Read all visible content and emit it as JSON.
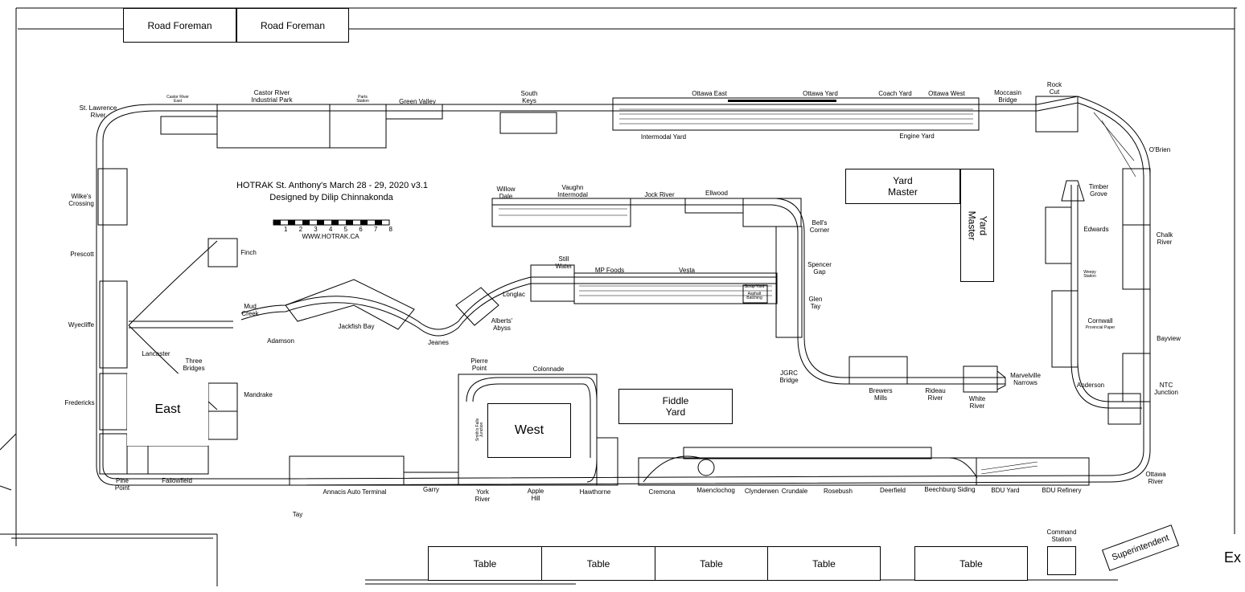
{
  "header": {
    "road_foreman_1": "Road Foreman",
    "road_foreman_2": "Road Foreman"
  },
  "title": {
    "line1": "HOTRAK St. Anthony's March 28 - 29, 2020 v3.1",
    "line2": "Designed by Dilip Chinnakonda",
    "scale_ticks": [
      "1",
      "2",
      "3",
      "4",
      "5",
      "6",
      "7",
      "8"
    ],
    "website": "WWW.HOTRAK.CA"
  },
  "rooms": {
    "yard_master_box": "Yard\nMaster",
    "yard_master_vertical": "Yard\nMaster",
    "fiddle_yard": "Fiddle\nYard",
    "east": "East",
    "west": "West",
    "superintendent": "Superintendent",
    "command_station": "Command\nStation",
    "exit_partial": "Ex"
  },
  "tables": [
    "Table",
    "Table",
    "Table",
    "Table",
    "Table"
  ],
  "labels": {
    "st_lawrence_river": "St. Lawrence\nRiver",
    "castor_river_east": "Castor River\nEast",
    "castor_river_industrial_park": "Castor River\nIndustrial Park",
    "parts_station": "Parts\nStation",
    "green_valley": "Green Valley",
    "south_keys": "South\nKeys",
    "ottawa_east": "Ottawa East",
    "ottawa_yard": "Ottawa Yard",
    "coach_yard": "Coach Yard",
    "ottawa_west": "Ottawa West",
    "moccasin_bridge": "Moccasin\nBridge",
    "rock_cut": "Rock\nCut",
    "intermodal_yard": "Intermodal Yard",
    "engine_yard": "Engine Yard",
    "obrien": "O'Brien",
    "wilkes_crossing": "Wilke's\nCrossing",
    "willow_dale": "Willow\nDale",
    "vaughn_intermodal": "Vaughn\nIntermodal",
    "jock_river": "Jock River",
    "ellwood": "Ellwood",
    "timber_grove": "Timber\nGrove",
    "chalk_river": "Chalk\nRiver",
    "edwards": "Edwards",
    "prescott": "Prescott",
    "finch": "Finch",
    "bells_corner": "Bell's\nCorner",
    "spencer_gap": "Spencer\nGap",
    "still_water": "Still\nWater",
    "mp_foods": "MP Foods",
    "vesta": "Vesta",
    "scrap_yard": "Scrap Yard",
    "asphalt_batching": "Asphalt\nBatching",
    "glen_tay": "Glen\nTay",
    "weepy_station": "Weepy\nStation",
    "mud_creek": "Mud\nCreek",
    "longlac": "Longlac",
    "wyecliffe": "Wyecliffe",
    "jackfish_bay": "Jackfish Bay",
    "alberts_abyss": "Alberts'\nAbyss",
    "cornwall": "Cornwall",
    "provincial_paper": "Provincial Paper",
    "bayview": "Bayview",
    "adamson": "Adamson",
    "jeanes": "Jeanes",
    "lancaster": "Lancaster",
    "three_bridges": "Three\nBridges",
    "pierre_point": "Pierre\nPoint",
    "colonnade": "Colonnade",
    "jgrc_bridge": "JGRC\nBridge",
    "brewers_mills": "Brewers\nMills",
    "rideau_river": "Rideau\nRiver",
    "white_river": "White\nRiver",
    "marvelville_narrows": "Marvelville\nNarrows",
    "anderson": "Anderson",
    "ntc_junction": "NTC\nJunction",
    "fredericks": "Fredericks",
    "mandrake": "Mandrake",
    "smiths_falls": "Smith's Falls\nJunction",
    "pine_point": "Pine\nPoint",
    "fallowfield": "Fallowfield",
    "annacis": "Annacis Auto Terminal",
    "garry": "Garry",
    "york_river": "York\nRiver",
    "apple_hill": "Apple\nHill",
    "hawthorne": "Hawthorne",
    "cremona": "Cremona",
    "maenclochog": "Maenclochog",
    "clynderwen": "Clynderwen",
    "crundale": "Crundale",
    "rosebush": "Rosebush",
    "deerfield": "Deerfield",
    "beechburg_siding": "Beechburg Siding",
    "bdu_yard": "BDU Yard",
    "bdu_refinery": "BDU Refinery",
    "ottawa_river": "Ottawa\nRiver",
    "tay": "Tay"
  }
}
